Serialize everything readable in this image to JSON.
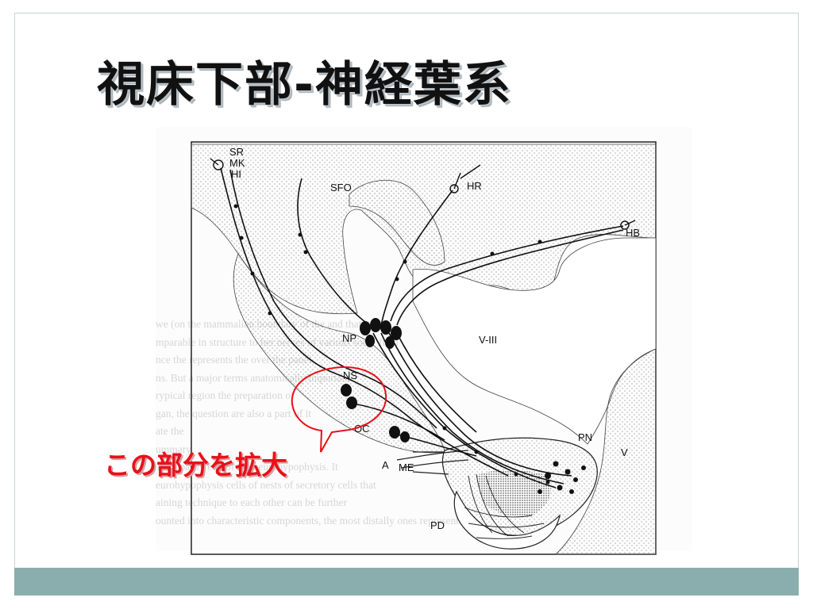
{
  "slide": {
    "title": "視床下部-神経葉系",
    "callout": "この部分を拡大"
  },
  "diagram": {
    "labels": {
      "sr": "SR",
      "mk": "MK",
      "hi": "HI",
      "sfo": "SFO",
      "hr": "HR",
      "hb": "HB",
      "np": "NP",
      "v3": "V-III",
      "ns": "NS",
      "oc": "OC",
      "pn": "PN",
      "v": "V",
      "a": "A",
      "me": "ME",
      "pd": "PD"
    }
  },
  "background_text": [
    "we (on the mammalian boundary of the                                          and that it is",
    "mparable in structure to ber nerves of                               various some field",
    "nce the                     represents the                                         over the panel",
    "ns. But a major                             terms                  anatomically important",
    "rypical region                                                       the preparation of",
    "gan, the question                                           are also a part of it",
    "ate the                                                                            ",
    "ummary                                                            ",
    "1), is partly                                        end of the neurohypophysis. It",
    "eurohypophysis                               cells of nests of secretory cells that",
    "aining technique                                   to each other can be further",
    "ounted into characteristic components, the most distally ones represent"
  ],
  "colors": {
    "callout": "#e8101a",
    "footer": "#8aaeae",
    "ink": "#111111"
  }
}
